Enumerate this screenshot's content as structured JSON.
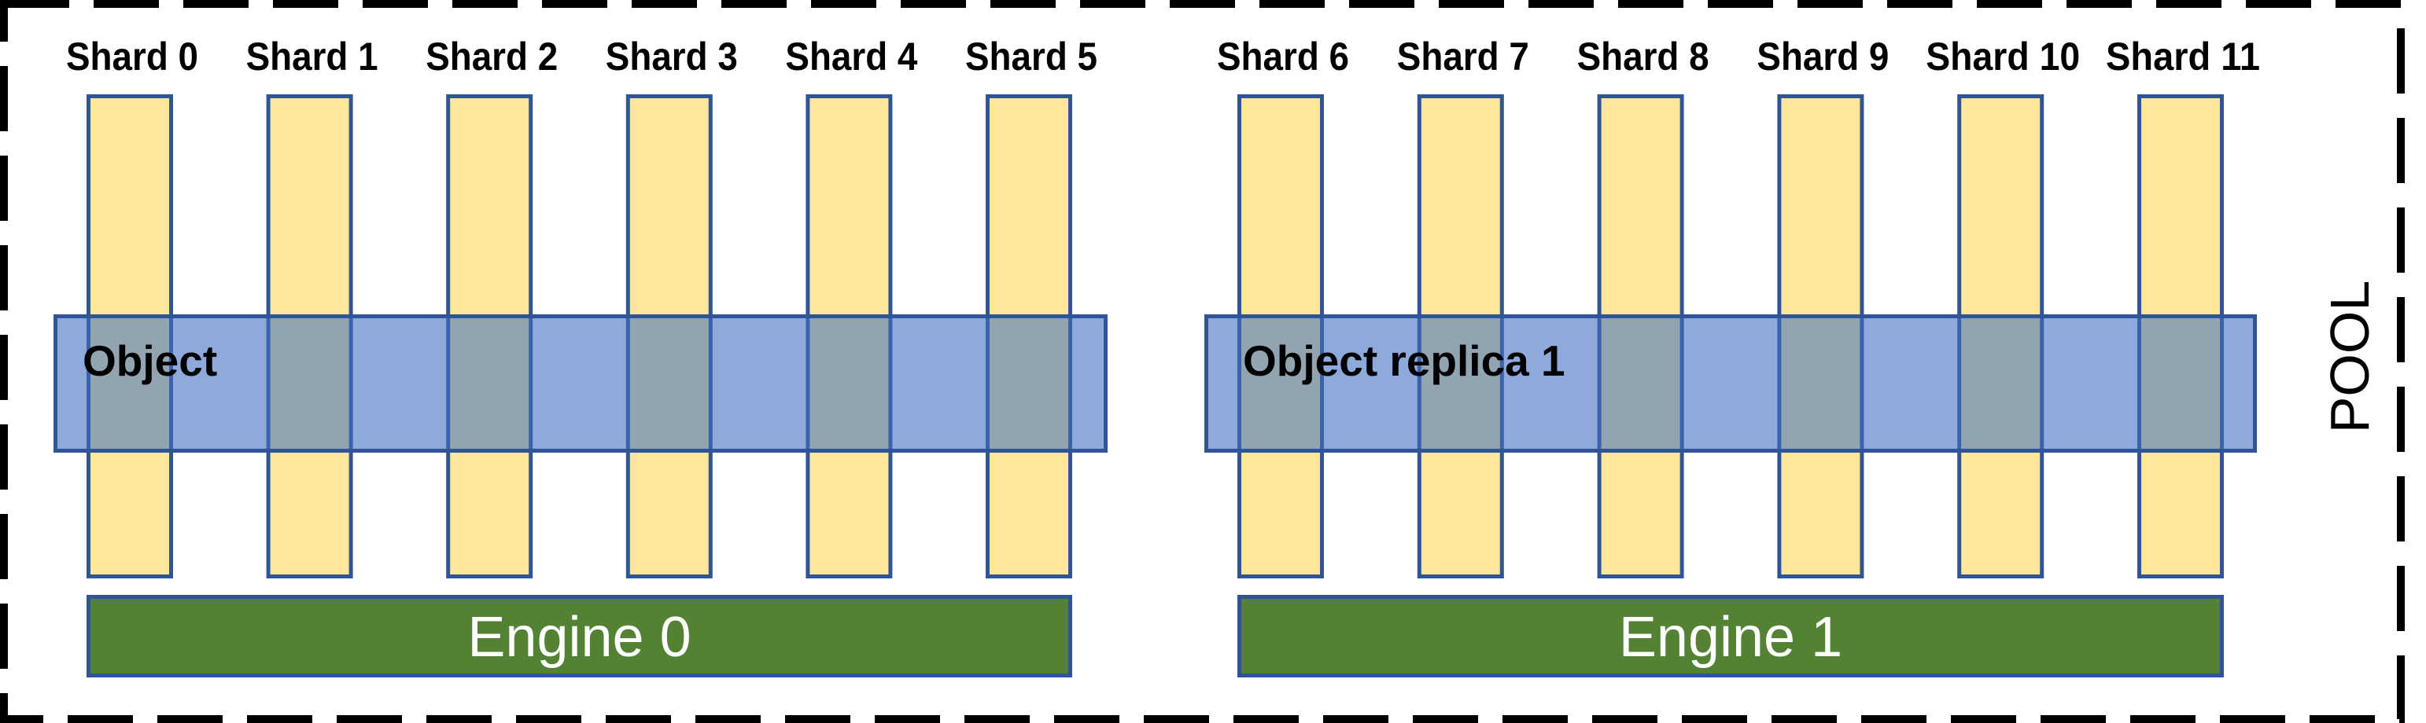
{
  "diagram": {
    "container_label": "POOL",
    "groups": [
      {
        "object_label": "Object",
        "engine_label": "Engine 0",
        "shards": [
          "Shard 0",
          "Shard 1",
          "Shard 2",
          "Shard 3",
          "Shard 4",
          "Shard 5"
        ]
      },
      {
        "object_label": "Object replica 1",
        "engine_label": "Engine 1",
        "shards": [
          "Shard 6",
          "Shard 7",
          "Shard 8",
          "Shard 9",
          "Shard 10",
          "Shard 11"
        ]
      }
    ]
  },
  "colors": {
    "shard_fill": "#FFE699",
    "object_fill": "#8EAADB",
    "overlap_fill": "#92A4B0",
    "outline": "#2F5597",
    "inner_line": "#3A62AD",
    "engine_fill": "#548235",
    "pool_border": "#000000"
  }
}
